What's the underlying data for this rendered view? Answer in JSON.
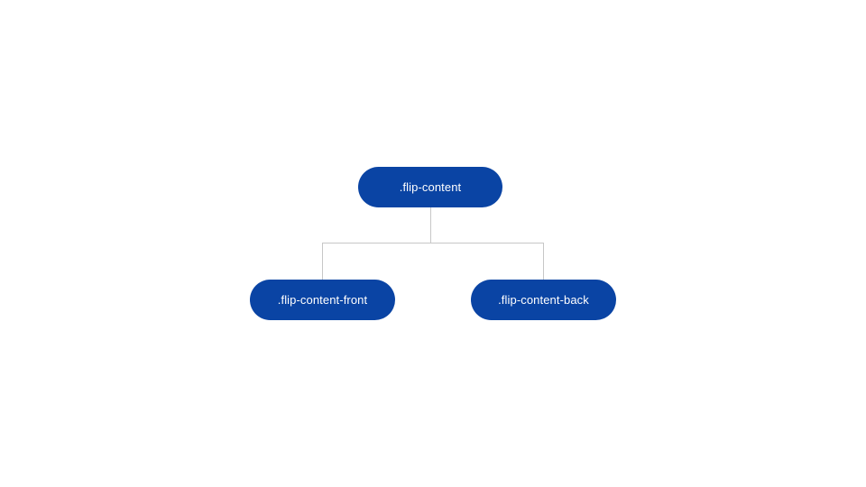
{
  "diagram": {
    "colors": {
      "node_fill": "#0a44a4",
      "node_text": "#ffffff",
      "connector": "#c7c7c7",
      "background": "#ffffff"
    },
    "root": {
      "label": ".flip-content"
    },
    "children": [
      {
        "label": ".flip-content-front"
      },
      {
        "label": ".flip-content-back"
      }
    ]
  }
}
